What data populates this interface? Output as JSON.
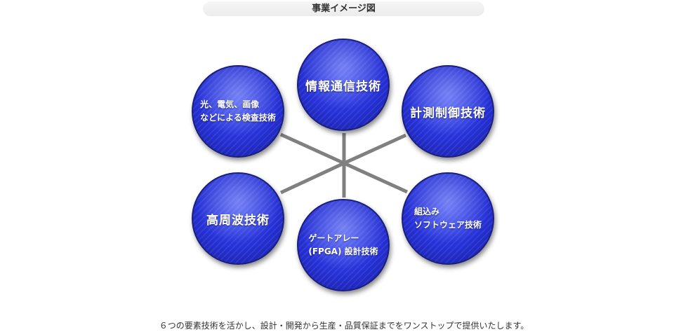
{
  "title": "事業イメージ図",
  "center_hub": {
    "line_color": "#808080"
  },
  "nodes": {
    "top": {
      "label": "情報通信技術"
    },
    "top_right": {
      "label": "計測制御技術"
    },
    "bottom_right": {
      "line1": "組込み",
      "line2": "ソフトウェア技術"
    },
    "bottom": {
      "line1": "ゲートアレー",
      "line2": "(FPGA) 設計技術"
    },
    "bottom_left": {
      "label": "高周波技術"
    },
    "top_left": {
      "line1": "光、電気、画像",
      "line2": "などによる検査技術"
    }
  },
  "colors": {
    "circle_fill": "#2530d6",
    "circle_border": "#1a1f7a",
    "text": "#ffffff"
  },
  "caption": "６つの要素技術を活かし、設計・開発から生産・品質保証までをワンストップで提供いたします。"
}
